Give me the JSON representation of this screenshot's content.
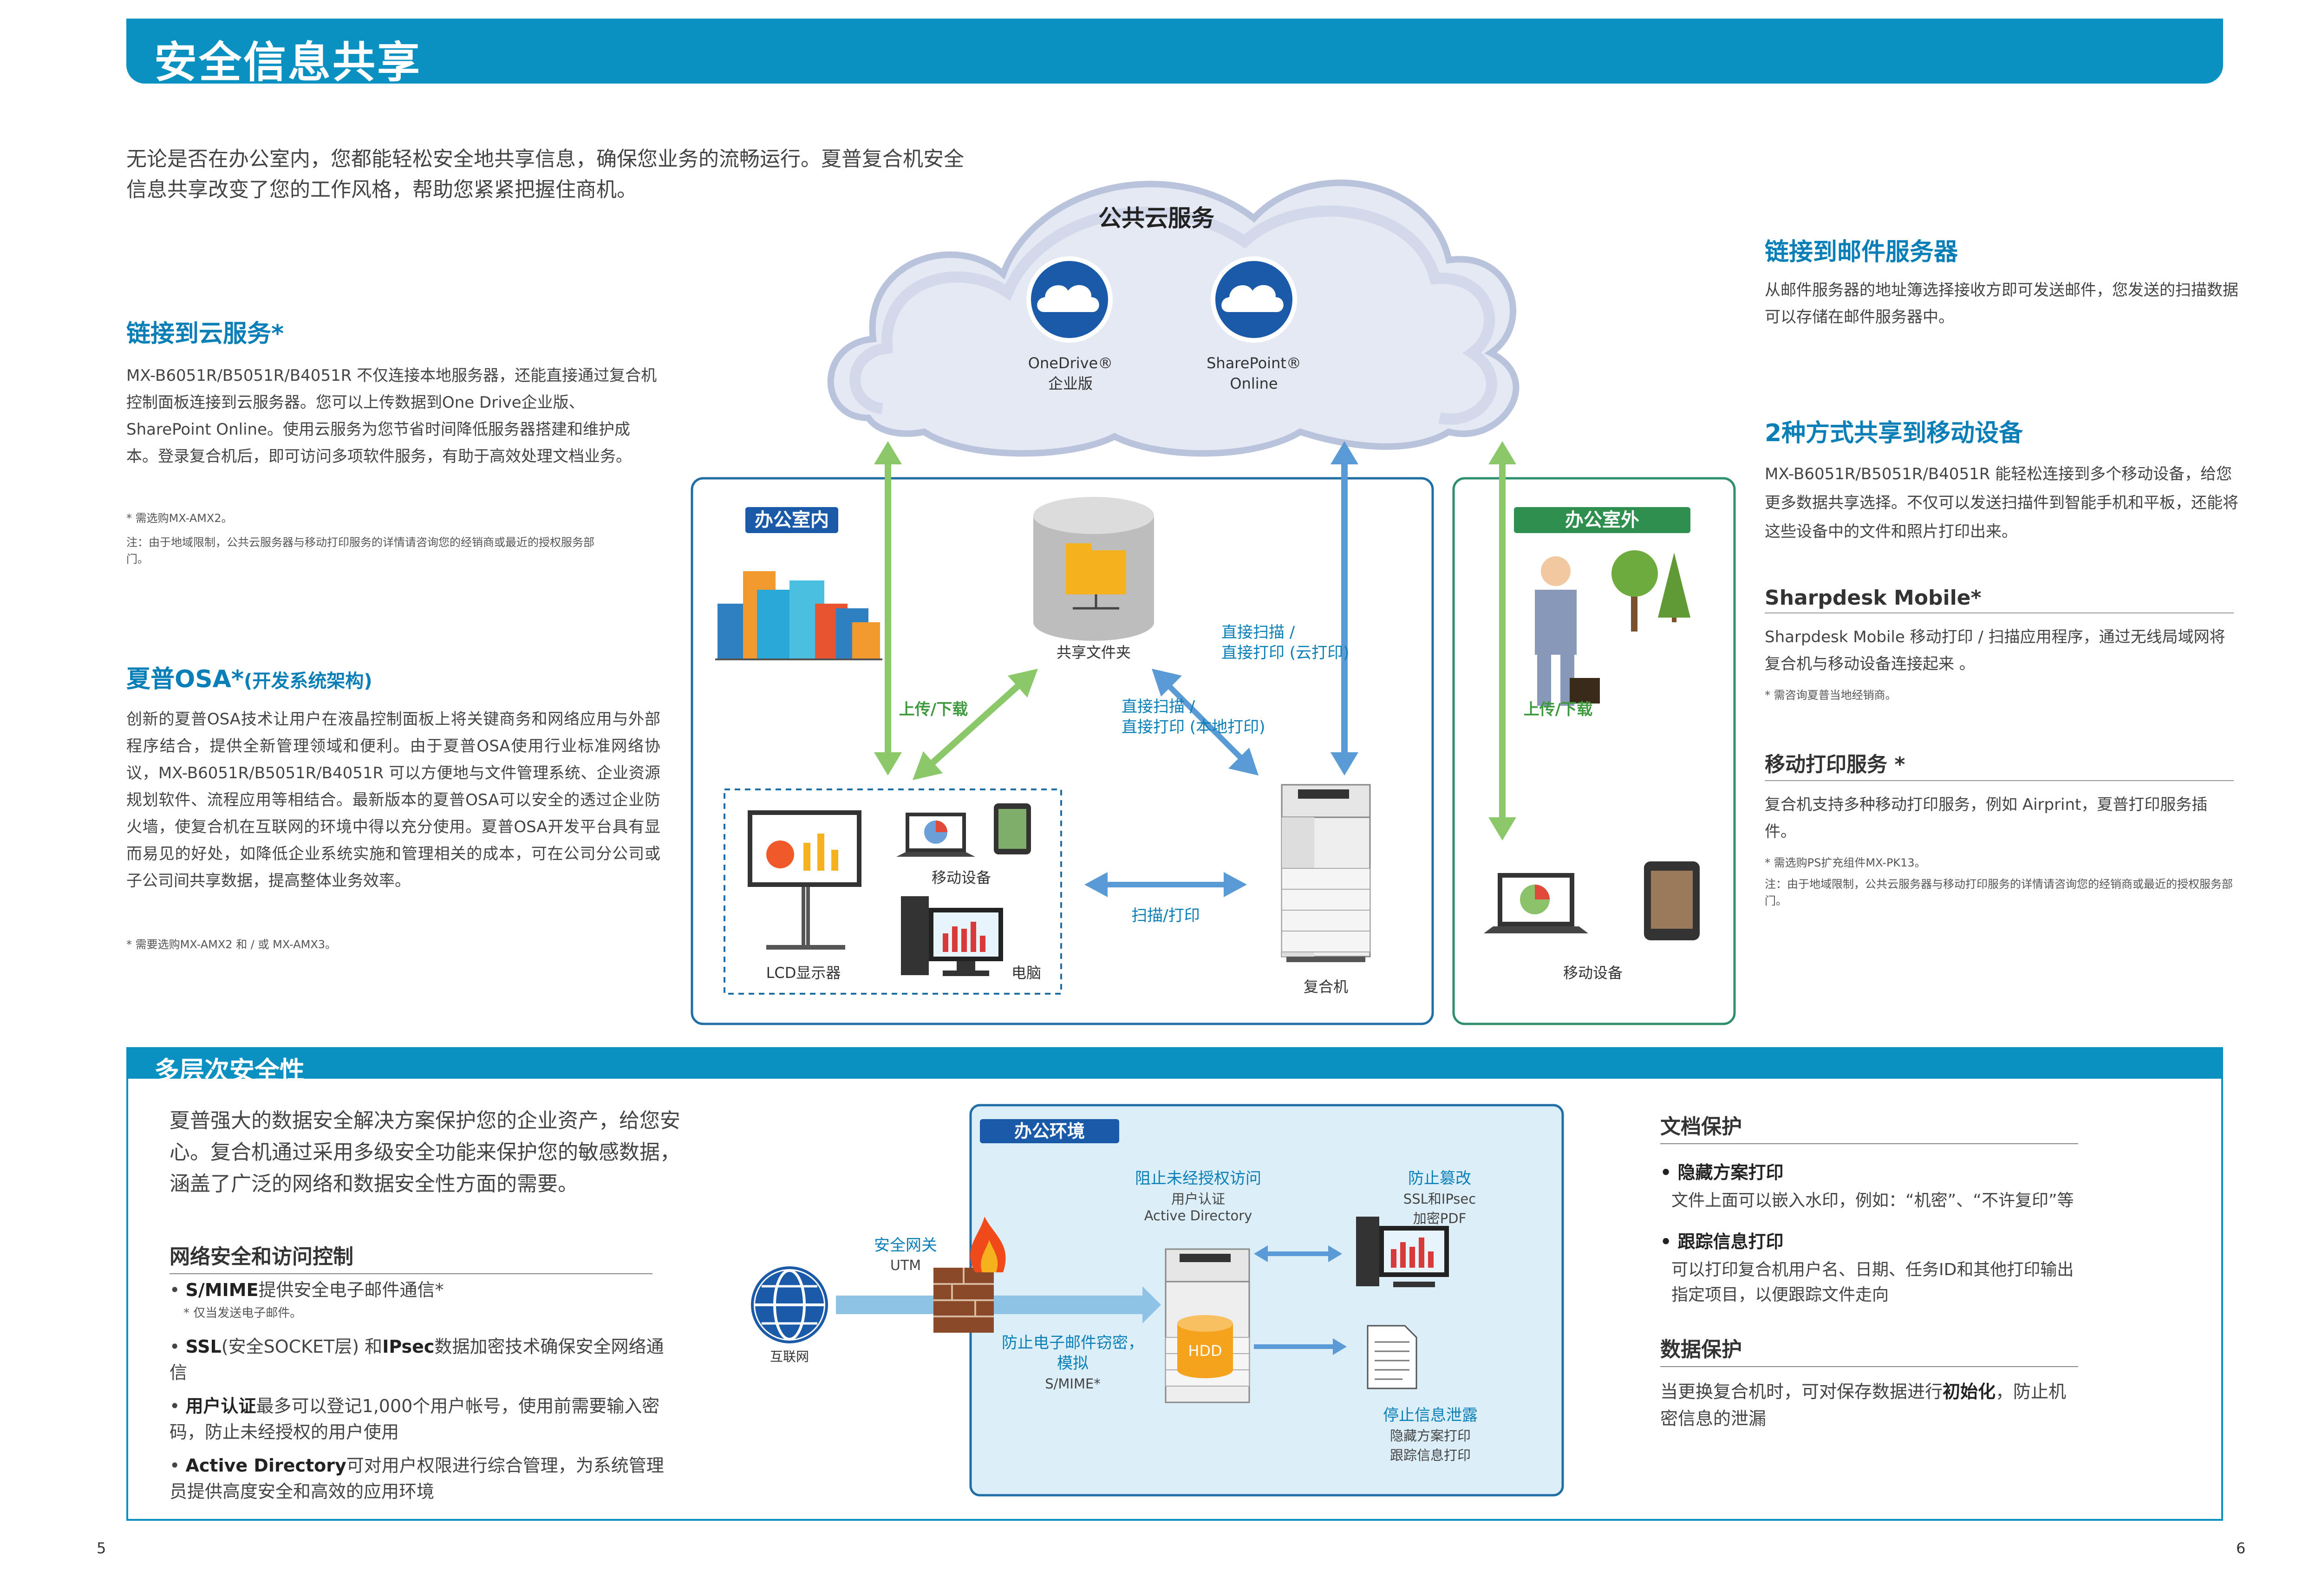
{
  "banner": {
    "title": "安全信息共享"
  },
  "intro": "无论是否在办公室内，您都能轻松安全地共享信息，确保您业务的流畅运行。夏普复合机安全信息共享改变了您的工作风格，帮助您紧紧把握住商机。",
  "cloud_section": {
    "title": "链接到云服务*",
    "body": "MX-B6051R/B5051R/B4051R 不仅连接本地服务器，还能直接通过复合机控制面板连接到云服务器。您可以上传数据到One Drive企业版、SharePoint Online。使用云服务为您节省时间降低服务器搭建和维护成本。登录复合机后，即可访问多项软件服务，有助于高效处理文档业务。",
    "note1": "* 需选购MX-AMX2。",
    "note2": "注：由于地域限制，公共云服务器与移动打印服务的详情请咨询您的经销商或最近的授权服务部门。"
  },
  "osa_section": {
    "title": "夏普OSA*",
    "subtitle": "(开发系统架构)",
    "body": "创新的夏普OSA技术让用户在液晶控制面板上将关键商务和网络应用与外部程序结合，提供全新管理领域和便利。由于夏普OSA使用行业标准网络协议，MX-B6051R/B5051R/B4051R 可以方便地与文件管理系统、企业资源规划软件、流程应用等相结合。最新版本的夏普OSA可以安全的透过企业防火墙，使复合机在互联网的环境中得以充分使用。夏普OSA开发平台具有显而易见的好处，如降低企业系统实施和管理相关的成本，可在公司分公司或子公司间共享数据，提高整体业务效率。",
    "note": "* 需要选购MX-AMX2 和 / 或 MX-AMX3。"
  },
  "diagram": {
    "cloud_title": "公共云服务",
    "onedrive": {
      "l1": "OneDrive®",
      "l2": "企业版"
    },
    "sharepoint": {
      "l1": "SharePoint®",
      "l2": "Online"
    },
    "office_in": "办公室内",
    "office_out": "办公室外",
    "shared_folder": "共享文件夹",
    "upload_download": "上传/下载",
    "upload_download2": "上传/下载",
    "scan_print_cloud": {
      "l1": "直接扫描 /",
      "l2": "直接打印 (云打印)"
    },
    "scan_print_local": {
      "l1": "直接扫描 /",
      "l2": "直接打印 (本地打印)"
    },
    "mobile": "移动设备",
    "lcd": "LCD显示器",
    "pc": "电脑",
    "mfp": "复合机",
    "scan_print": "扫描/打印",
    "mobile_out": "移动设备"
  },
  "mail_section": {
    "title": "链接到邮件服务器",
    "body": "从邮件服务器的地址簿选择接收方即可发送邮件，您发送的扫描数据可以存储在邮件服务器中。"
  },
  "mobile_section": {
    "title": "2种方式共享到移动设备",
    "body": "MX-B6051R/B5051R/B4051R 能轻松连接到多个移动设备，给您更多数据共享选择。不仅可以发送扫描件到智能手机和平板，还能将这些设备中的文件和照片打印出来。"
  },
  "sharpdesk": {
    "title": "Sharpdesk Mobile*",
    "body": "Sharpdesk Mobile 移动打印 / 扫描应用程序，通过无线局域网将复合机与移动设备连接起来 。",
    "note": "* 需咨询夏普当地经销商。"
  },
  "mobile_print": {
    "title": "移动打印服务 *",
    "body": "复合机支持多种移动打印服务，例如 Airprint，夏普打印服务插件。",
    "note1": "* 需选购PS扩充组件MX-PK13。",
    "note2": "注：由于地域限制，公共云服务器与移动打印服务的详情请咨询您的经销商或最近的授权服务部门。"
  },
  "security": {
    "banner": "多层次安全性",
    "intro": "夏普强大的数据安全解决方案保护您的企业资产，给您安心。复合机通过采用多级安全功能来保护您的敏感数据，涵盖了广泛的网络和数据安全性方面的需要。",
    "net_title": "网络安全和访问控制",
    "items": [
      {
        "b": "S/MIME",
        "t": "提供安全电子邮件通信*",
        "note": "* 仅当发送电子邮件。"
      },
      {
        "b": "SSL",
        "t": "(安全SOCKET层) 和",
        "b2": "IPsec",
        "t2": "数据加密技术确保安全网络通信"
      },
      {
        "b": "用户认证",
        "t": "最多可以登记1,000个用户帐号，使用前需要输入密码，防止未经授权的用户使用"
      },
      {
        "b": "Active Directory",
        "t": "可对用户权限进行综合管理，为系统管理员提供高度安全和高效的应用环境"
      }
    ]
  },
  "sec_diagram": {
    "env": "办公环境",
    "gateway": {
      "l1": "安全网关",
      "l2": "UTM"
    },
    "internet": "互联网",
    "prevent_access": {
      "l1": "阻止未经授权访问",
      "l2": "用户认证",
      "l3": "Active Directory"
    },
    "prevent_tamper": {
      "l1": "防止篡改",
      "l2": "SSL和IPsec",
      "l3": "加密PDF"
    },
    "prevent_mail": {
      "l1": "防止电子邮件窃密，",
      "l2": "模拟",
      "l3": "S/MIME*"
    },
    "hdd": "HDD",
    "stop_leak": {
      "l1": "停止信息泄露",
      "l2": "隐藏方案打印",
      "l3": "跟踪信息打印"
    }
  },
  "doc_protect": {
    "title": "文档保护",
    "i1_t": "• 隐藏方案打印",
    "i1_b": "文件上面可以嵌入水印，例如：“机密”、“不许复印”等",
    "i2_t": "• 跟踪信息打印",
    "i2_b": "可以打印复合机用户名、日期、任务ID和其他打印输出指定项目，以便跟踪文件走向"
  },
  "data_protect": {
    "title": "数据保护",
    "body_a": "当更换复合机时，可对保存数据进行",
    "body_b": "初始化",
    "body_c": "，防止机密信息的泄漏"
  },
  "page": {
    "left": "5",
    "right": "6"
  },
  "colors": {
    "accent": "#0a91c2",
    "green": "#8bc86a",
    "blue_arrow": "#5b9bd5"
  }
}
